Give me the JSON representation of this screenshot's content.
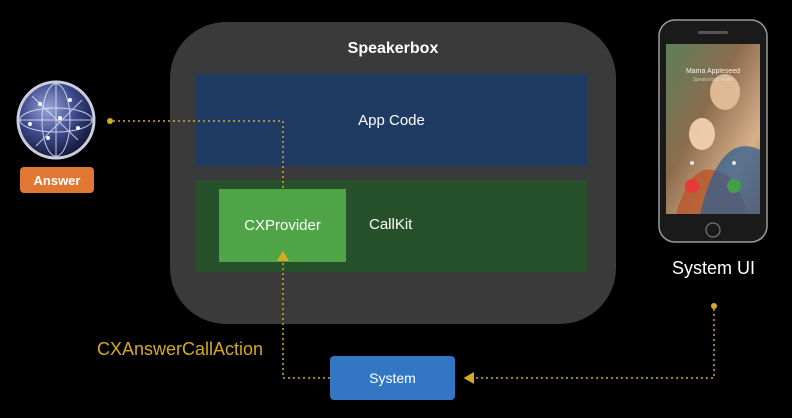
{
  "speakerbox": {
    "title": "Speakerbox"
  },
  "app_code": {
    "label": "App Code"
  },
  "callkit": {
    "label": "CallKit"
  },
  "cxprovider": {
    "label": "CXProvider"
  },
  "system": {
    "label": "System"
  },
  "action": {
    "label": "CXAnswerCallAction"
  },
  "answer": {
    "label": "Answer"
  },
  "system_ui": {
    "label": "System UI"
  },
  "phone": {
    "caller_name": "Mama Appleseed",
    "caller_sub": "Speakerbox Audio"
  },
  "colors": {
    "background": "#000000",
    "speakerbox_frame": "#3a3a3a",
    "app_code": "#1f3b63",
    "callkit": "#26512a",
    "cxprovider": "#4ea447",
    "system": "#3377c4",
    "answer": "#e07833",
    "connector": "#d4aa22",
    "decline": "#e53935",
    "accept": "#43a047"
  }
}
